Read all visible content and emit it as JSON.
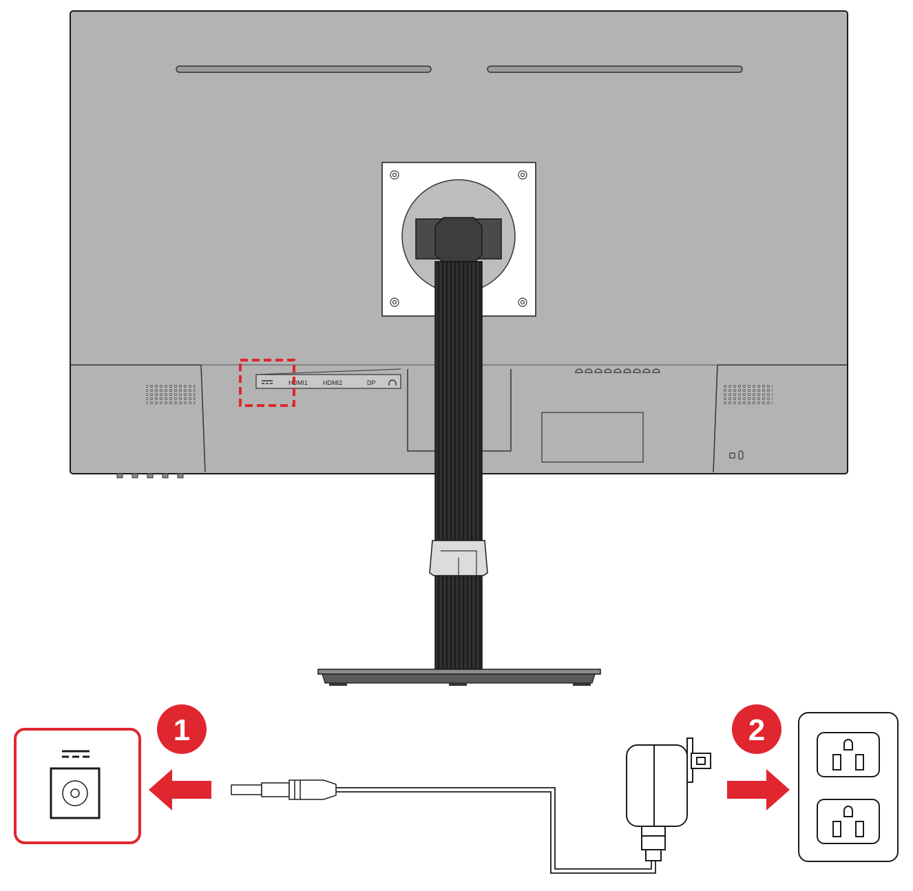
{
  "ports": {
    "dc_in_symbol": "DC-in",
    "hdmi1": "HDMI1",
    "hdmi2": "HDMI2",
    "dp": "DP",
    "audio_symbol": "headphone"
  },
  "steps": [
    {
      "number": "1"
    },
    {
      "number": "2"
    }
  ],
  "colors": {
    "accent_red": "#e0262f",
    "monitor_gray": "#b3b3b3",
    "outline": "#1a1a1a",
    "stand_dark": "#2a2a2a"
  },
  "icons": {
    "step1_arrow": "arrow-left-icon",
    "step2_arrow": "arrow-right-icon",
    "dc_jack": "dc-power-jack-icon",
    "outlet": "wall-outlet-icon",
    "adapter": "power-adapter-icon"
  }
}
